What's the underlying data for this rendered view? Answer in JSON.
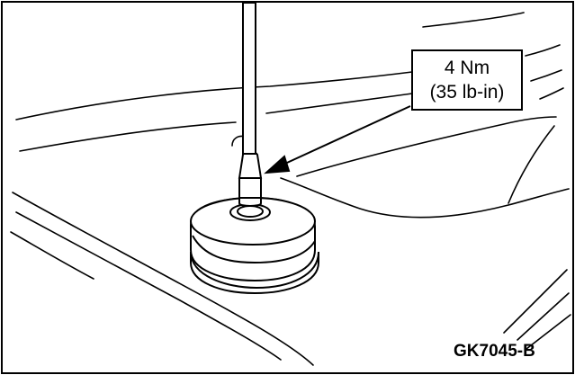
{
  "torque_spec": {
    "metric": "4 Nm",
    "imperial": "(35 lb-in)"
  },
  "figure_code": "GK7045-B",
  "colors": {
    "line": "#000000",
    "background": "#ffffff"
  }
}
